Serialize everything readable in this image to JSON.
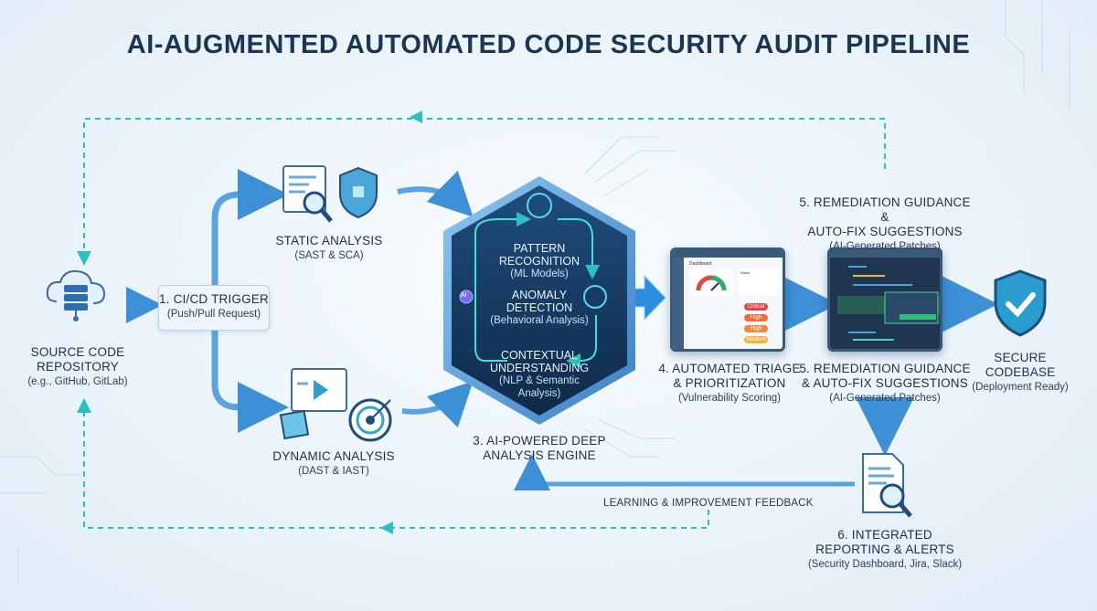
{
  "title": "AI-AUGMENTED AUTOMATED CODE SECURITY AUDIT PIPELINE",
  "colors": {
    "navy": "#1c3553",
    "accent_blue": "#3d8fd6",
    "teal": "#2bbfc0",
    "hex_dark": "#14345a",
    "critical": "#e04646",
    "high": "#f06a3a",
    "medium": "#f2b43a",
    "green": "#2fae6a"
  },
  "nodes": {
    "repo": {
      "title_1": "SOURCE CODE",
      "title_2": "REPOSITORY",
      "sub": "(e.g., GitHub, GitLab)",
      "icon": "cloud-database-icon"
    },
    "cicd": {
      "title": "1. CI/CD TRIGGER",
      "sub": "(Push/Pull Request)"
    },
    "static": {
      "title": "STATIC ANALYSIS",
      "sub": "(SAST & SCA)",
      "icon": "code-magnifier-shield-icon"
    },
    "dynamic": {
      "title": "DYNAMIC ANALYSIS",
      "sub": "(DAST & IAST)",
      "icon": "play-target-icon"
    },
    "engine": {
      "title_1": "3. AI-POWERED DEEP",
      "title_2": "ANALYSIS ENGINE",
      "pattern_1": "PATTERN",
      "pattern_2": "RECOGNITION",
      "pattern_sub": "(ML Models)",
      "anomaly_1": "ANOMALY",
      "anomaly_2": "DETECTION",
      "anomaly_sub": "(Behavioral Analysis)",
      "context_1": "CONTEXTUAL",
      "context_2": "UNDERSTANDING",
      "context_sub_1": "(NLP & Semantic",
      "context_sub_2": "Analysis)",
      "ai_badge": "AI"
    },
    "triage": {
      "title_1": "4. AUTOMATED TRIAGE",
      "title_2": "& PRIORITIZATION",
      "sub": "(Vulnerability Scoring)",
      "dashboard_title": "Dashboard",
      "panel_title": "Stack",
      "severities": [
        "Critical",
        "High",
        "High",
        "Medium"
      ]
    },
    "remediation_top": {
      "title_1": "5. REMEDIATION GUIDANCE &",
      "title_2": "AUTO-FIX SUGGESTIONS",
      "sub": "(AI-Generated Patches)"
    },
    "remediation_bottom": {
      "title_1": "5. REMEDIATION GUIDANCE",
      "title_2": "& AUTO-FIX SUGGESTIONS",
      "sub": "(AI-Generated Patches)"
    },
    "secure": {
      "title_1": "SECURE",
      "title_2": "CODEBASE",
      "sub": "(Deployment Ready)",
      "icon": "shield-check-icon"
    },
    "reporting": {
      "title_1": "6. INTEGRATED",
      "title_2": "REPORTING & ALERTS",
      "sub": "(Security Dashboard, Jira, Slack)",
      "icon": "report-magnifier-icon"
    }
  },
  "feedback_label": "LEARNING & IMPROVEMENT FEEDBACK"
}
